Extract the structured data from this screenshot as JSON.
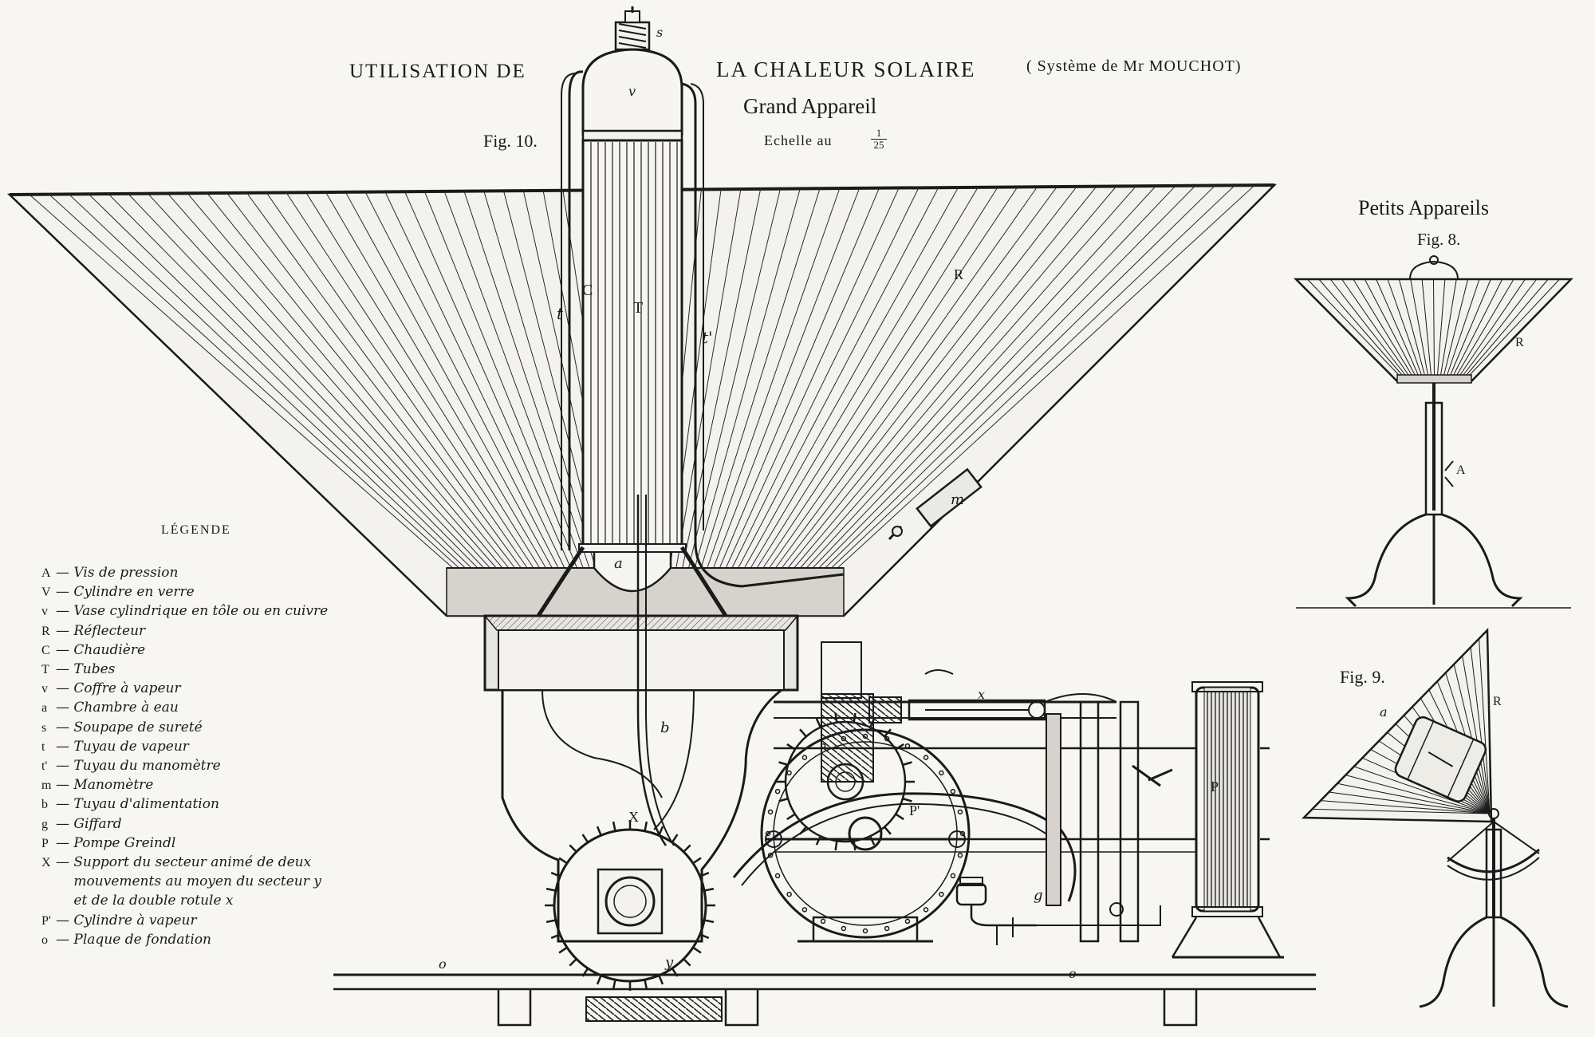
{
  "title": {
    "line1_left": "UTILISATION DE",
    "line1_right": "LA CHALEUR SOLAIRE",
    "attribution": "( Système de Mr MOUCHOT)",
    "subtitle": "Grand Appareil",
    "figure": "Fig. 10.",
    "scale_label": "Echelle au",
    "scale_num": "1",
    "scale_den": "25"
  },
  "side": {
    "heading": "Petits Appareils",
    "fig8": "Fig. 8.",
    "fig9": "Fig. 9."
  },
  "letters": {
    "s": "s",
    "v": "v",
    "C": "C",
    "T": "T",
    "t": "t",
    "t2": "t'",
    "R": "R",
    "a": "a",
    "m": "m",
    "b": "b",
    "X": "X",
    "x": "x",
    "P": "P",
    "P2": "P'",
    "g": "g",
    "y": "y",
    "o": "o",
    "o2": "o",
    "R8": "R",
    "A8": "A",
    "R9": "R",
    "a9": "a"
  },
  "legend": {
    "heading": "LÉGENDE",
    "items": [
      {
        "key": "A",
        "text": "Vis de pression"
      },
      {
        "key": "V",
        "text": "Cylindre en verre"
      },
      {
        "key": "v",
        "text": "Vase cylindrique en tôle ou en cuivre"
      },
      {
        "key": "R",
        "text": "Réflecteur"
      },
      {
        "key": "C",
        "text": "Chaudière"
      },
      {
        "key": "T",
        "text": "Tubes"
      },
      {
        "key": "v",
        "text": "Coffre à vapeur"
      },
      {
        "key": "a",
        "text": "Chambre à eau"
      },
      {
        "key": "s",
        "text": "Soupape de sureté"
      },
      {
        "key": "t",
        "text": "Tuyau de vapeur"
      },
      {
        "key": "t'",
        "text": "Tuyau du manomètre"
      },
      {
        "key": "m",
        "text": "Manomètre"
      },
      {
        "key": "b",
        "text": "Tuyau d'alimentation"
      },
      {
        "key": "g",
        "text": "Giffard"
      },
      {
        "key": "P",
        "text": "Pompe Greindl"
      },
      {
        "key": "X",
        "text": "Support du secteur animé de deux"
      },
      {
        "key": "",
        "text": "mouvements au moyen du secteur y"
      },
      {
        "key": "",
        "text": "et de la double rotule x"
      },
      {
        "key": "P'",
        "text": "Cylindre à vapeur"
      },
      {
        "key": "o",
        "text": "Plaque de fondation"
      }
    ]
  },
  "colors": {
    "ink": "#1a1a1a",
    "paper": "#f7f6f3",
    "shade": "#cfcbc4"
  }
}
